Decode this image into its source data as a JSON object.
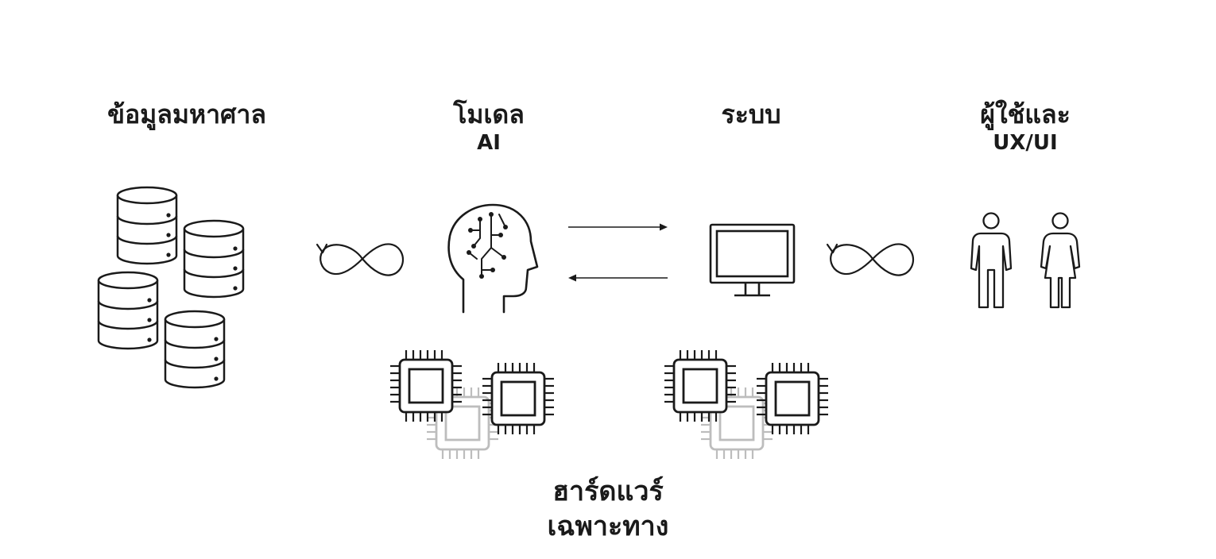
{
  "nodes": {
    "big_data": {
      "line1": "ข้อมูลมหาศาล",
      "line2": ""
    },
    "ai_model": {
      "line1": "โมเดล",
      "line2": "AI"
    },
    "system": {
      "line1": "ระบบ",
      "line2": ""
    },
    "users": {
      "line1": "ผู้ใช้และ",
      "line2": "UX/UI"
    },
    "hardware": {
      "line1": "ฮาร์ดแวร์",
      "line2": "เฉพาะทาง"
    }
  },
  "icons": {
    "big_data": "database-stack-icon",
    "ai_model": "ai-head-circuit-icon",
    "system": "monitor-icon",
    "users": "man-woman-icon",
    "hardware": "chip-cluster-icon",
    "loop": "infinity-loop-icon",
    "exchange": "bidirectional-arrows-icon"
  },
  "colors": {
    "ink": "#1a1a1a",
    "faded_chip": "#bdbdbd",
    "background": "#ffffff"
  }
}
